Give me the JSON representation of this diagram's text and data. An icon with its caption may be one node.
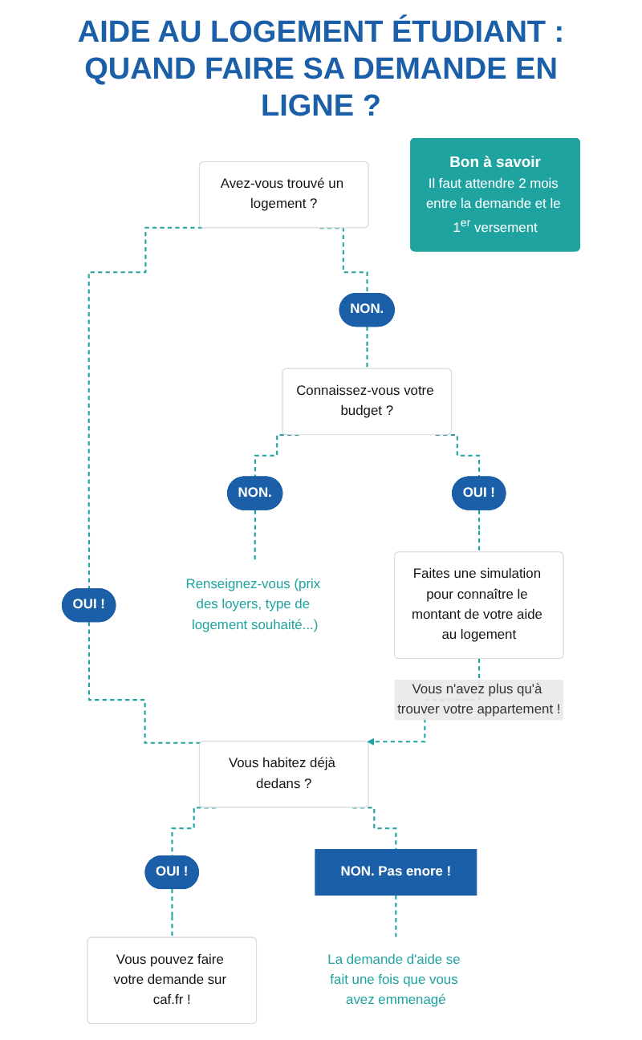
{
  "diagram": {
    "title": "AIDE AU LOGEMENT ÉTUDIANT : QUAND FAIRE SA DEMANDE EN LIGNE ?",
    "nodes": [
      {
        "text": [
          "Avez-vous trouvé un logement ?"
        ]
      },
      {
        "text": [
          "OUI !"
        ]
      },
      {
        "text": [
          "NON."
        ]
      },
      {
        "text": [
          "Vous habitez déjà dedans ?"
        ]
      },
      {
        "text": [
          "Connaissez-vous votre budget ?"
        ]
      },
      {
        "text": [
          "OUI !"
        ]
      },
      {
        "text": [
          "NON. Pas enore !"
        ]
      },
      {
        "text": [
          "La demande d'aide se fait une fois que vous avez emmenagé"
        ]
      },
      {
        "text": [
          "OUI !"
        ]
      },
      {
        "text": [
          "NON."
        ]
      },
      {
        "text": [
          "Renseignez-vous (prix des loyers, type de logement souhaité...)"
        ]
      },
      {
        "text": [
          "Vous pouvez faire votre demande sur caf.fr !"
        ]
      },
      {
        "text": [
          "Faites une simulation pour connaître le montant de votre aide au logement"
        ]
      },
      {
        "text": [
          "Bon à savoir",
          "Il faut attendre 2 mois entre la demande et le 1$^{er}$ versement"
        ]
      }
    ],
    "edges": [
      {
        "from": 0,
        "to": 1,
        "arrow": "none",
        "style": "dashed"
      },
      {
        "from": 0,
        "to": 2,
        "arrow": "none",
        "style": "dashed"
      },
      {
        "from": 1,
        "to": 3,
        "arrow": "none",
        "style": "dashed"
      },
      {
        "from": 2,
        "to": 4,
        "arrow": "none",
        "style": "dashed"
      },
      {
        "from": 3,
        "to": 5,
        "arrow": "none",
        "style": "dashed"
      },
      {
        "from": 3,
        "to": 6,
        "arrow": "none",
        "style": "dashed"
      },
      {
        "from": 6,
        "to": 7,
        "arrow": "none",
        "style": "dashed"
      },
      {
        "from": 4,
        "to": 8,
        "arrow": "none",
        "style": "dashed"
      },
      {
        "from": 4,
        "to": 9,
        "arrow": "none",
        "style": "dashed"
      },
      {
        "from": 9,
        "to": 10,
        "arrow": "none",
        "style": "dashed"
      },
      {
        "from": 5,
        "to": 11,
        "arrow": "none",
        "style": "dashed"
      },
      {
        "from": 8,
        "to": 12,
        "arrow": "none",
        "style": "dashed"
      },
      {
        "from": 12,
        "to": 3,
        "arrow": "to",
        "style": "dashed",
        "label": "Vous n'avez plus qu'à trouver votre appartement !"
      }
    ]
  }
}
